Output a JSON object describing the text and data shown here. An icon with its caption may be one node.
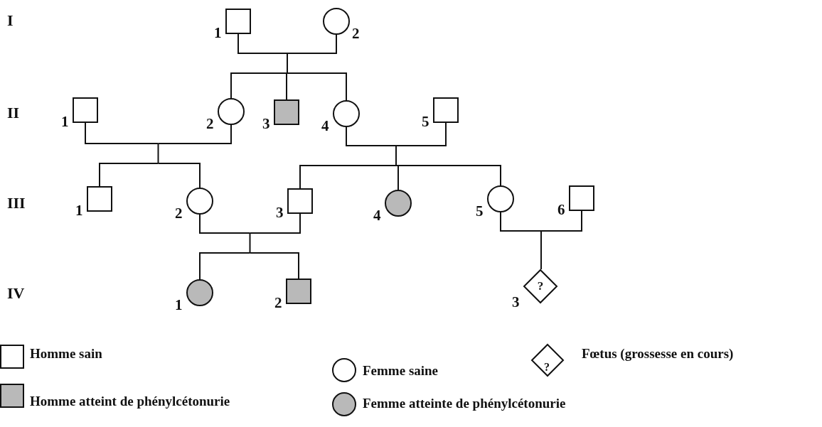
{
  "diagram": {
    "nodes": [
      {
        "text": [],
        "shape": "box",
        "beside": [
          "1"
        ]
      },
      {
        "text": [],
        "shape": "circle",
        "beside": [
          "2"
        ]
      },
      {
        "text": [],
        "shape": "box",
        "beside": [
          "1"
        ]
      },
      {
        "text": [],
        "shape": "circle",
        "beside": [
          "2"
        ]
      },
      {
        "text": [],
        "shape": "shaded-box",
        "beside": [
          "3"
        ]
      },
      {
        "text": [],
        "shape": "circle",
        "beside": [
          "4"
        ]
      },
      {
        "text": [],
        "shape": "box",
        "beside": [
          "5"
        ]
      },
      {
        "text": [],
        "shape": "box",
        "beside": [
          "1"
        ]
      },
      {
        "text": [],
        "shape": "circle",
        "beside": [
          "2"
        ]
      },
      {
        "text": [],
        "shape": "box",
        "beside": [
          "3"
        ]
      },
      {
        "text": [],
        "shape": "shaded-circle",
        "beside": [
          "4"
        ]
      },
      {
        "text": [],
        "shape": "circle",
        "beside": [
          "5"
        ]
      },
      {
        "text": [],
        "shape": "box",
        "beside": [
          "6"
        ]
      },
      {
        "text": [],
        "shape": "shaded-circle",
        "beside": [
          "1"
        ]
      },
      {
        "text": [],
        "shape": "shaded-box",
        "beside": [
          "2"
        ]
      },
      {
        "text": [
          "?"
        ],
        "beside": [
          "3"
        ]
      }
    ],
    "edges": [
      {
        "from": 0,
        "to": 3,
        "arrow": "none"
      },
      {
        "from": 1,
        "to": 3,
        "arrow": "none"
      },
      {
        "from": 0,
        "to": 4,
        "arrow": "none"
      },
      {
        "from": 1,
        "to": 4,
        "arrow": "none"
      },
      {
        "from": 0,
        "to": 5,
        "arrow": "none"
      },
      {
        "from": 1,
        "to": 5,
        "arrow": "none"
      },
      {
        "from": 2,
        "to": 7,
        "arrow": "none"
      },
      {
        "from": 3,
        "to": 7,
        "arrow": "none"
      },
      {
        "from": 2,
        "to": 8,
        "arrow": "none"
      },
      {
        "from": 3,
        "to": 8,
        "arrow": "none"
      },
      {
        "from": 5,
        "to": 9,
        "arrow": "none"
      },
      {
        "from": 6,
        "to": 9,
        "arrow": "none"
      },
      {
        "from": 5,
        "to": 10,
        "arrow": "none"
      },
      {
        "from": 6,
        "to": 10,
        "arrow": "none"
      },
      {
        "from": 5,
        "to": 11,
        "arrow": "none"
      },
      {
        "from": 6,
        "to": 11,
        "arrow": "none"
      },
      {
        "from": 8,
        "to": 13,
        "arrow": "none"
      },
      {
        "from": 9,
        "to": 13,
        "arrow": "none"
      },
      {
        "from": 8,
        "to": 14,
        "arrow": "none"
      },
      {
        "from": 9,
        "to": 14,
        "arrow": "none"
      },
      {
        "from": 11,
        "to": 15,
        "arrow": "none"
      },
      {
        "from": 12,
        "to": 15,
        "arrow": "none"
      }
    ],
    "labels": [
      "I",
      "II",
      "III",
      "IV",
      "?"
    ],
    "legend": [
      {
        "text": "Homme sain"
      },
      {
        "text": "Femme saine"
      },
      {
        "text": "Fœtus (grossesse en cours)"
      },
      {
        "text": "Homme atteint de phénylcétonurie"
      },
      {
        "text": "Femme atteinte de phénylcétonurie"
      }
    ]
  }
}
